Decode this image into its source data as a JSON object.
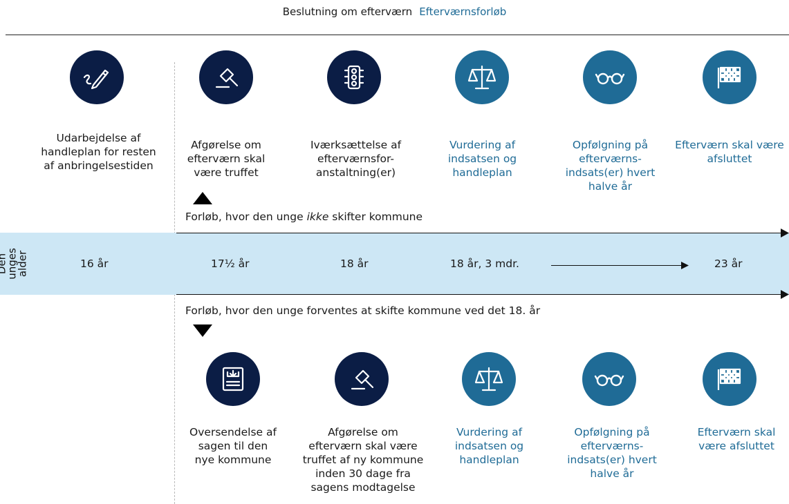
{
  "legend": {
    "decision": "Beslutning om efterværn",
    "course": "Efterværnsforløb"
  },
  "top_row": [
    {
      "icon": "pen-icon",
      "label": "Udarbejdelse af handleplan for resten af anbringelsestiden",
      "tone": "dark"
    },
    {
      "icon": "gavel-icon",
      "label": "Afgørelse om efterværn skal være truffet",
      "tone": "dark"
    },
    {
      "icon": "traffic-light-icon",
      "label": "Iværksættelse af efterværnsfor-anstaltning(er)",
      "tone": "dark"
    },
    {
      "icon": "scales-icon",
      "label": "Vurdering af indsatsen og handleplan",
      "tone": "mid"
    },
    {
      "icon": "glasses-icon",
      "label": "Opfølgning på efterværns-indsats(er) hvert halve år",
      "tone": "mid"
    },
    {
      "icon": "finish-flag-icon",
      "label": "Efterværn skal være afsluttet",
      "tone": "mid"
    }
  ],
  "path_same_municipality": {
    "before": "Forløb, hvor den unge ",
    "emphasis": "ikke",
    "after": " skifter kommune"
  },
  "path_new_municipality": "Forløb, hvor den unge forventes at skifte kommune ved det 18. år",
  "age_axis_label": "Den\nunges\nalder",
  "ages": [
    "16 år",
    "17½ år",
    "18 år",
    "18 år, 3 mdr.",
    "23 år"
  ],
  "bottom_row": [
    {
      "icon": "document-download-icon",
      "label": "Oversendelse af sagen til den nye kommune",
      "tone": "dark"
    },
    {
      "icon": "gavel-icon",
      "label": "Afgørelse om efterværn skal være truffet af ny kommune inden 30 dage fra sagens modtagelse",
      "tone": "dark"
    },
    {
      "icon": "scales-icon",
      "label": "Vurdering af indsatsen og handleplan",
      "tone": "mid"
    },
    {
      "icon": "glasses-icon",
      "label": "Opfølgning på efterværns-indsats(er) hvert halve år",
      "tone": "mid"
    },
    {
      "icon": "finish-flag-icon",
      "label": "Efterværn skal være afsluttet",
      "tone": "mid"
    }
  ]
}
